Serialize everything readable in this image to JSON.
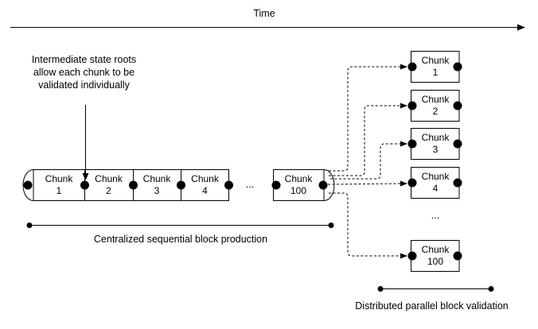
{
  "timeline": {
    "label": "Time"
  },
  "annotation": {
    "lines": [
      "Intermediate state roots",
      "allow each chunk to be",
      "validated individually"
    ]
  },
  "production": {
    "chunks": [
      {
        "word": "Chunk",
        "number": "1"
      },
      {
        "word": "Chunk",
        "number": "2"
      },
      {
        "word": "Chunk",
        "number": "3"
      },
      {
        "word": "Chunk",
        "number": "4"
      }
    ],
    "ellipsis": "...",
    "last_chunk": {
      "word": "Chunk",
      "number": "100"
    },
    "caption": "Centralized sequential block production"
  },
  "validation": {
    "chunks": [
      {
        "word": "Chunk",
        "number": "1"
      },
      {
        "word": "Chunk",
        "number": "2"
      },
      {
        "word": "Chunk",
        "number": "3"
      },
      {
        "word": "Chunk",
        "number": "4"
      },
      {
        "word": "Chunk",
        "number": "100"
      }
    ],
    "ellipsis": "...",
    "caption": "Distributed parallel block validation"
  },
  "colors": {
    "line": "#000000",
    "background": "#ffffff",
    "text": "#000000"
  }
}
